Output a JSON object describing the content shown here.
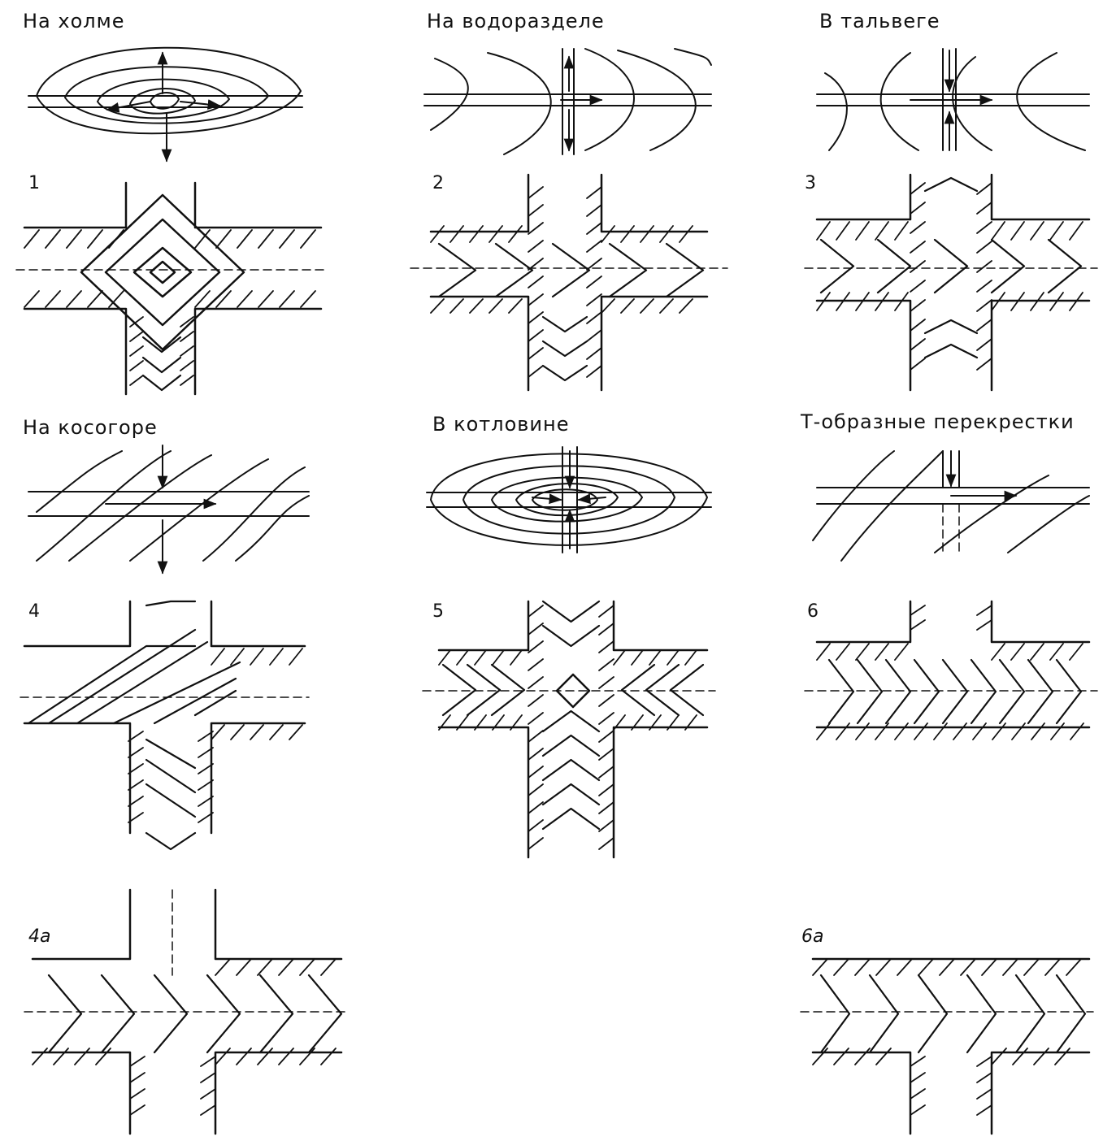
{
  "labels": {
    "hill": "На холме",
    "watershed": "На водоразделе",
    "thalweg": "В тальвеге",
    "slope": "На косогоре",
    "basin": "В котловине",
    "t_junction": "Т-образные перекрестки"
  },
  "numbers": {
    "n1": "1",
    "n2": "2",
    "n3": "3",
    "n4": "4",
    "n5": "5",
    "n6": "6",
    "n4a": "4а",
    "n6a": "6а"
  },
  "colors": {
    "ink": "#111111",
    "paper": "#ffffff"
  }
}
